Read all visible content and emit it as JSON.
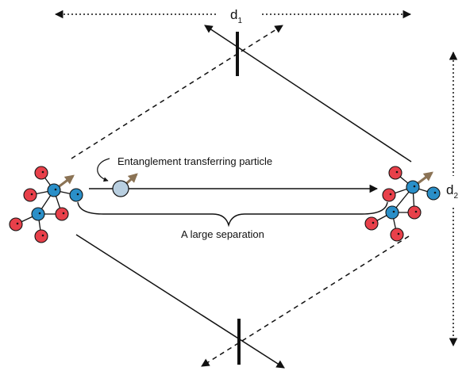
{
  "labels": {
    "d1_letter": "d",
    "d1_sub": "1",
    "d2_letter": "d",
    "d2_sub": "2",
    "particle": "Entanglement transferring particle",
    "separation": "A large separation"
  },
  "colors": {
    "line": "#111111",
    "red_atom": "#e8404a",
    "blue_atom": "#2a8fc8",
    "particle": "#b9cfe0",
    "spin_arrow": "#8b7355",
    "background": "#ffffff"
  },
  "icons": {
    "left_molecule": "molecule-icon",
    "right_molecule": "molecule-icon",
    "particle": "particle-icon"
  }
}
